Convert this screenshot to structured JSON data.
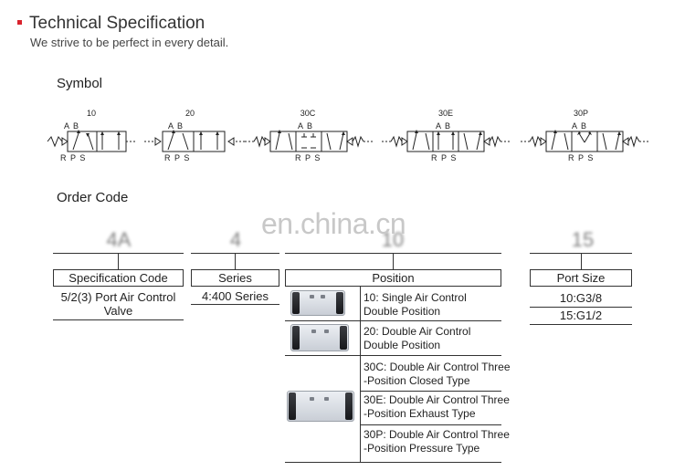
{
  "header": {
    "title": "Technical Specification",
    "subtitle": "We strive to be perfect in every detail."
  },
  "symbol_section": {
    "title": "Symbol",
    "symbols": [
      {
        "code": "10",
        "ab": "A B",
        "rps": "R P S"
      },
      {
        "code": "20",
        "ab": "A B",
        "rps": "R P S"
      },
      {
        "code": "30C",
        "ab": "A B",
        "rps": "R P S"
      },
      {
        "code": "30E",
        "ab": "A B",
        "rps": "R P S"
      },
      {
        "code": "30P",
        "ab": "A B",
        "rps": "R P S"
      }
    ]
  },
  "watermark": "en.china.cn",
  "order_section": {
    "title": "Order Code",
    "codes": [
      "4A",
      "4",
      "10",
      "15"
    ],
    "spec_code": {
      "label": "Specification Code",
      "lines": [
        "5/2(3) Port Air Control",
        "Valve"
      ]
    },
    "series": {
      "label": "Series",
      "value": "4:400 Series"
    },
    "position": {
      "label": "Position",
      "items": [
        {
          "lines": [
            "10: Single Air Control",
            "Double Position"
          ]
        },
        {
          "lines": [
            "20: Double Air Control",
            "Double Position"
          ]
        },
        {
          "lines": [
            "30C: Double Air Control Three",
            "-Position Closed Type"
          ]
        },
        {
          "lines": [
            "30E: Double Air Control Three",
            "-Position Exhaust Type"
          ]
        },
        {
          "lines": [
            "30P: Double Air Control Three",
            "-Position Pressure Type"
          ]
        }
      ]
    },
    "port_size": {
      "label": "Port Size",
      "values": [
        "10:G3/8",
        "15:G1/2"
      ]
    }
  }
}
